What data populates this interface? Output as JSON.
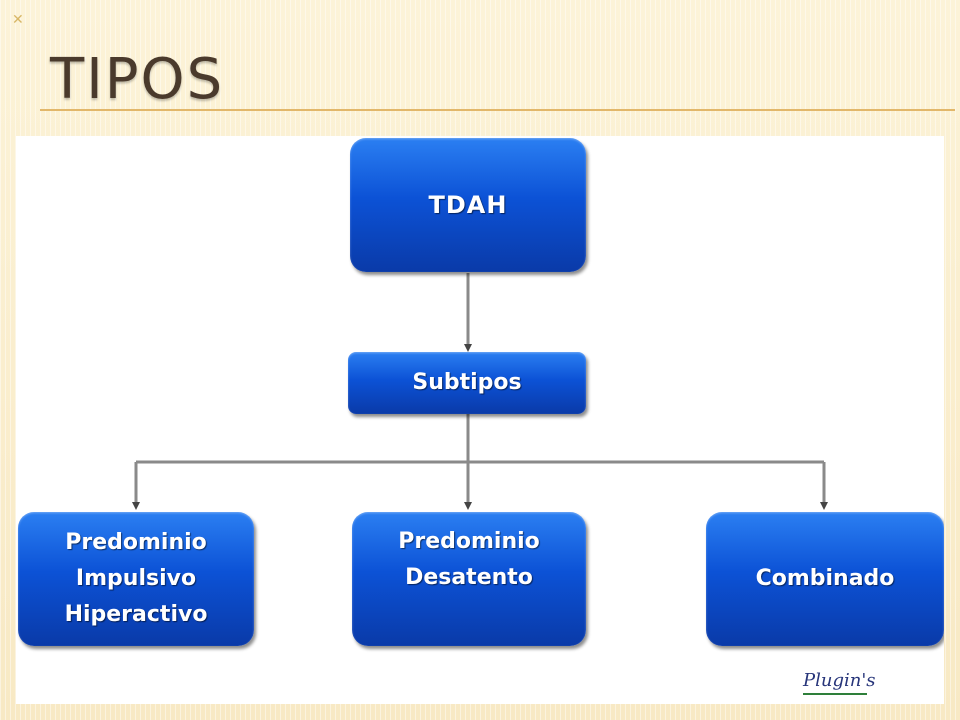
{
  "slide": {
    "title": "TIPOS"
  },
  "diagram": {
    "root": "TDAH",
    "level1": "Subtipos",
    "children": [
      "Predominio\nImpulsivo\nHiperactivo",
      "Predominio\nDesatento",
      "Combinado"
    ],
    "signature": "Plugin's"
  },
  "colors": {
    "node_fill": "#0c52d6",
    "connector": "#8a8a8a",
    "title": "#4a3a2c",
    "rule": "#e2b76a"
  }
}
